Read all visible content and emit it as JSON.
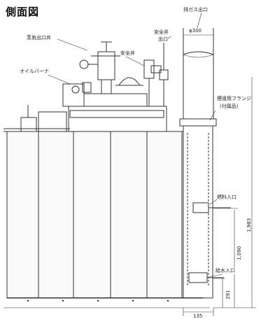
{
  "title": "側面図",
  "labels": {
    "exhaust_outlet": "排ガス出口",
    "diameter": "φ300",
    "safety_valve_outlet_line1": "安全弁",
    "safety_valve_outlet_line2": "出口",
    "steam_outlet_valve": "蒸気出口弁",
    "safety_valve": "安全弁",
    "oil_burner": "オイルバーナ",
    "flue_flange_line1": "煙道用フランジ",
    "flue_flange_line2": "(付属品)",
    "fuel_inlet": "燃料入口",
    "water_inlet": "給水入口"
  },
  "dimensions": {
    "d1983": "1,983",
    "d1090": "1,090",
    "d291": "291",
    "d135": "135"
  },
  "colors": {
    "line": "#333333",
    "text": "#222222",
    "background": "#ffffff"
  }
}
